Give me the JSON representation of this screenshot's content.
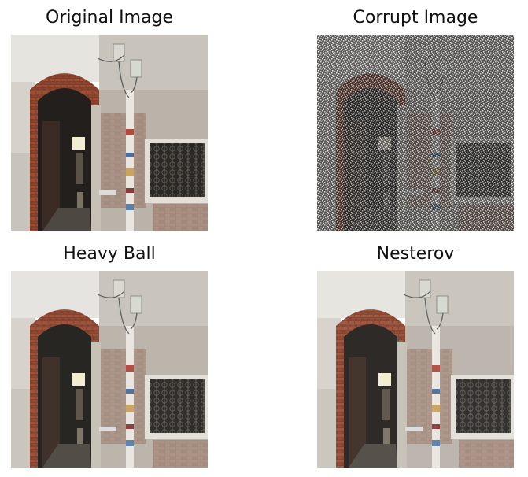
{
  "panels": [
    {
      "title": "Original Image"
    },
    {
      "title": "Corrupt Image"
    },
    {
      "title": "Heavy Ball"
    },
    {
      "title": "Nesterov"
    }
  ]
}
